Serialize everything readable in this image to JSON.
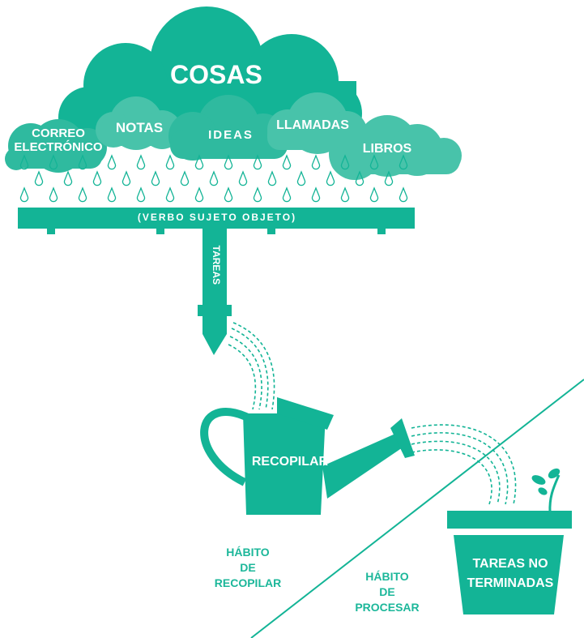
{
  "colors": {
    "primary": "#13b496",
    "cloud_light": "#48c3aa",
    "cloud_mid": "#2fba9f",
    "text_on_fill": "#ffffff",
    "text_accent": "#1cb79a"
  },
  "clouds": {
    "main": "COSAS",
    "correo_line1": "CORREO",
    "correo_line2": "ELECTRÓNICO",
    "notas": "NOTAS",
    "ideas": "IDEAS",
    "llamadas": "LLAMADAS",
    "libros": "LIBROS"
  },
  "gutter": {
    "label": "(VERBO SUJETO OBJETO)"
  },
  "pipe": {
    "label": "TAREAS"
  },
  "can": {
    "label": "RECOPILAR"
  },
  "pot": {
    "line1": "TAREAS NO",
    "line2": "TERMINADAS"
  },
  "habits": {
    "collect_line1": "HÁBITO",
    "collect_line2": "DE",
    "collect_line3": "RECOPILAR",
    "process_line1": "HÁBITO",
    "process_line2": "DE",
    "process_line3": "PROCESAR"
  }
}
